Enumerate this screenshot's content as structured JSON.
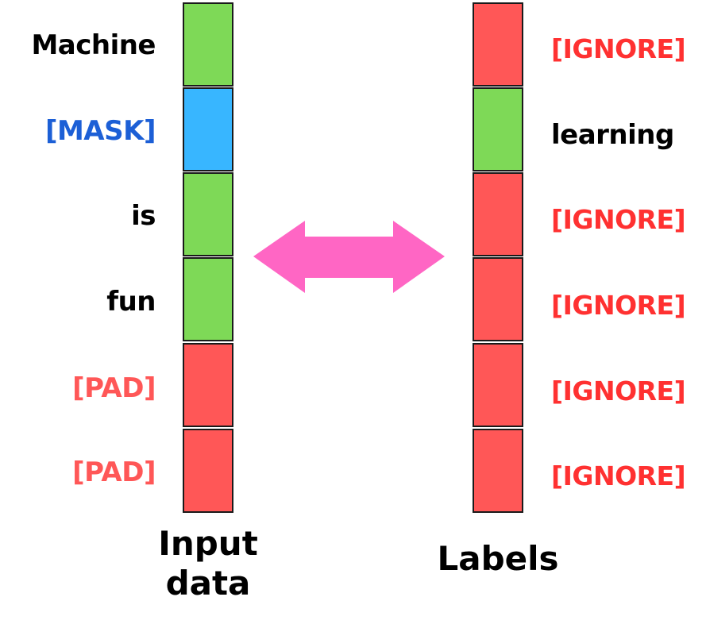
{
  "colors": {
    "green": "#7ed957",
    "blue": "#38b6ff",
    "red": "#ff5757",
    "pink_arrow": "#ff66c4",
    "mask_text": "#1c5fd6",
    "pad_text": "#ff5757",
    "ignore_text": "#ff3131",
    "plain_text": "#000000"
  },
  "input_column": {
    "title_line1": "Input",
    "title_line2": "data",
    "tokens": [
      {
        "label": "Machine",
        "cell_color": "green"
      },
      {
        "label": "[MASK]",
        "cell_color": "blue"
      },
      {
        "label": "is",
        "cell_color": "green"
      },
      {
        "label": "fun",
        "cell_color": "green"
      },
      {
        "label": "[PAD]",
        "cell_color": "red"
      },
      {
        "label": "[PAD]",
        "cell_color": "red"
      }
    ]
  },
  "labels_column": {
    "title": "Labels",
    "tokens": [
      {
        "label": "[IGNORE]",
        "cell_color": "red"
      },
      {
        "label": "learning",
        "cell_color": "green"
      },
      {
        "label": "[IGNORE]",
        "cell_color": "red"
      },
      {
        "label": "[IGNORE]",
        "cell_color": "red"
      },
      {
        "label": "[IGNORE]",
        "cell_color": "red"
      },
      {
        "label": "[IGNORE]",
        "cell_color": "red"
      }
    ]
  },
  "connector": {
    "icon": "double-headed-arrow-icon"
  }
}
